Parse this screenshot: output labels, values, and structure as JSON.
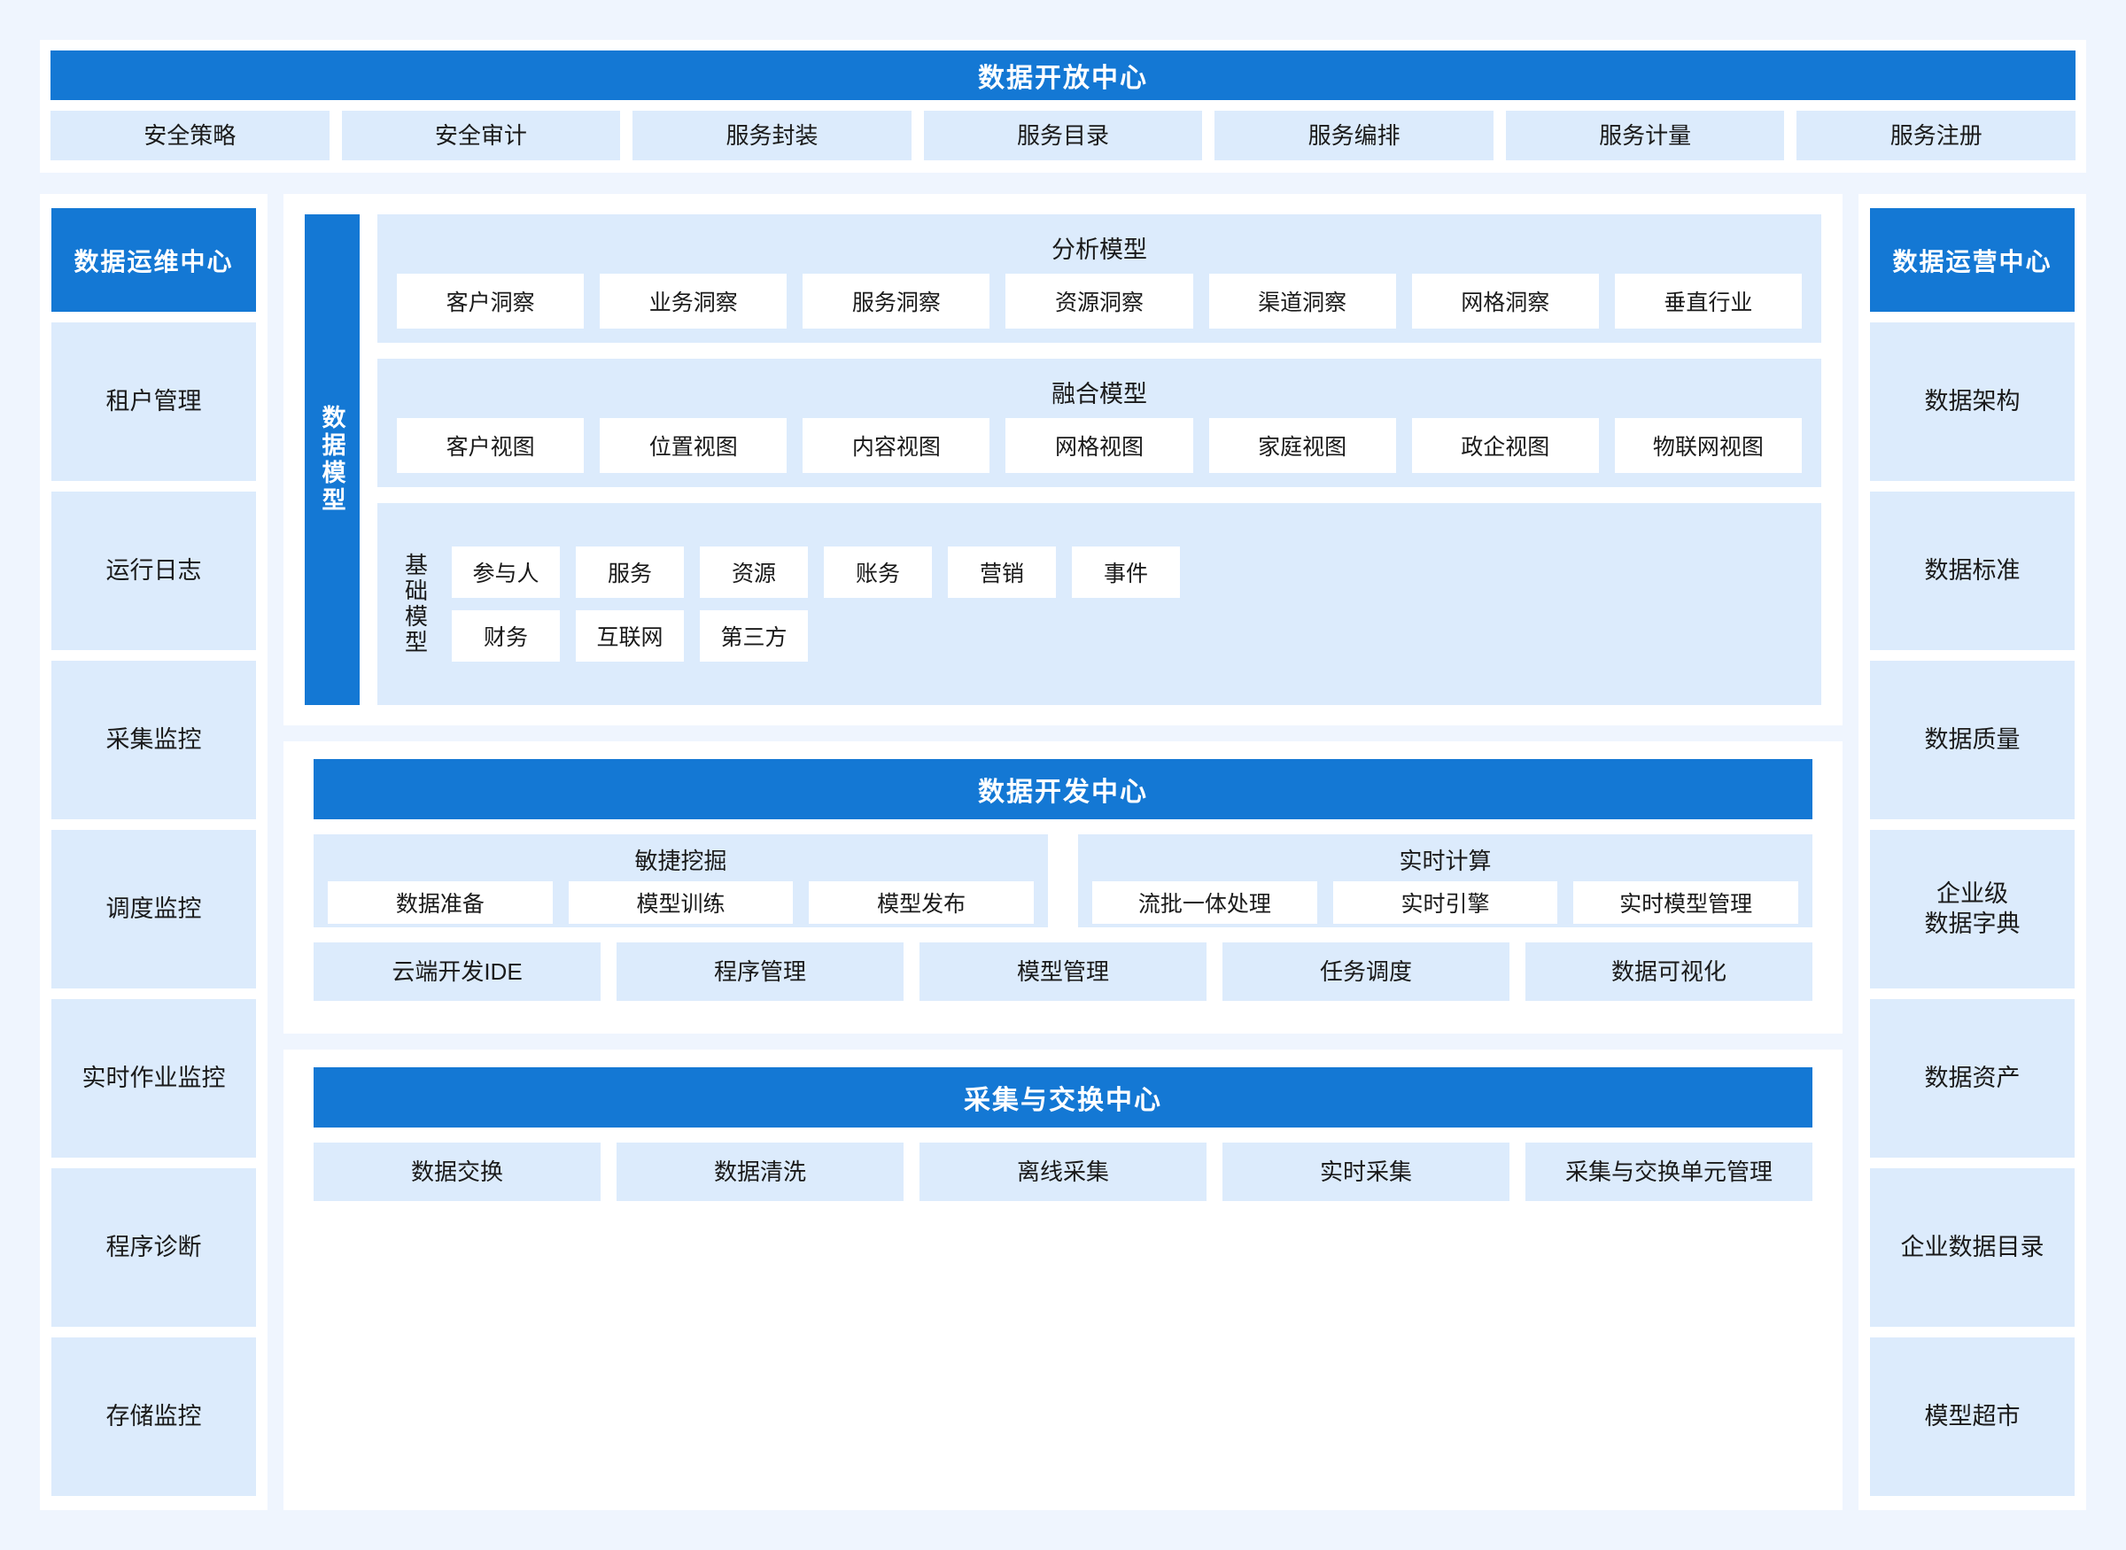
{
  "open_center": {
    "title": "数据开放中心",
    "items": [
      "安全策略",
      "安全审计",
      "服务封装",
      "服务目录",
      "服务编排",
      "服务计量",
      "服务注册"
    ]
  },
  "ops_center": {
    "title": "数据运维中心",
    "items": [
      "租户管理",
      "运行日志",
      "采集监控",
      "调度监控",
      "实时作业监控",
      "程序诊断",
      "存储监控"
    ]
  },
  "operation_center": {
    "title": "数据运营中心",
    "items": [
      "数据架构",
      "数据标准",
      "数据质量",
      "企业级\n数据字典",
      "数据资产",
      "企业数据目录",
      "模型超市"
    ]
  },
  "data_model": {
    "vertical_label": "数据模型",
    "analysis": {
      "title": "分析模型",
      "items": [
        "客户洞察",
        "业务洞察",
        "服务洞察",
        "资源洞察",
        "渠道洞察",
        "网格洞察",
        "垂直行业"
      ]
    },
    "fusion": {
      "title": "融合模型",
      "items": [
        "客户视图",
        "位置视图",
        "内容视图",
        "网格视图",
        "家庭视图",
        "政企视图",
        "物联网视图"
      ]
    },
    "basic": {
      "vertical_label": "基础模型",
      "row1": [
        "参与人",
        "服务",
        "资源",
        "账务",
        "营销",
        "事件"
      ],
      "row2": [
        "财务",
        "互联网",
        "第三方"
      ]
    }
  },
  "dev_center": {
    "title": "数据开发中心",
    "agile": {
      "title": "敏捷挖掘",
      "items": [
        "数据准备",
        "模型训练",
        "模型发布"
      ]
    },
    "realtime": {
      "title": "实时计算",
      "items": [
        "流批一体处理",
        "实时引擎",
        "实时模型管理"
      ]
    },
    "bottom_items": [
      "云端开发IDE",
      "程序管理",
      "模型管理",
      "任务调度",
      "数据可视化"
    ]
  },
  "collect_center": {
    "title": "采集与交换中心",
    "items": [
      "数据交换",
      "数据清洗",
      "离线采集",
      "实时采集",
      "采集与交换单元管理"
    ]
  },
  "colors": {
    "brand_blue": "#1478d4",
    "chip_light": "#dcebfc",
    "page_bg": "#eff5fe",
    "panel_bg": "#ffffff"
  }
}
